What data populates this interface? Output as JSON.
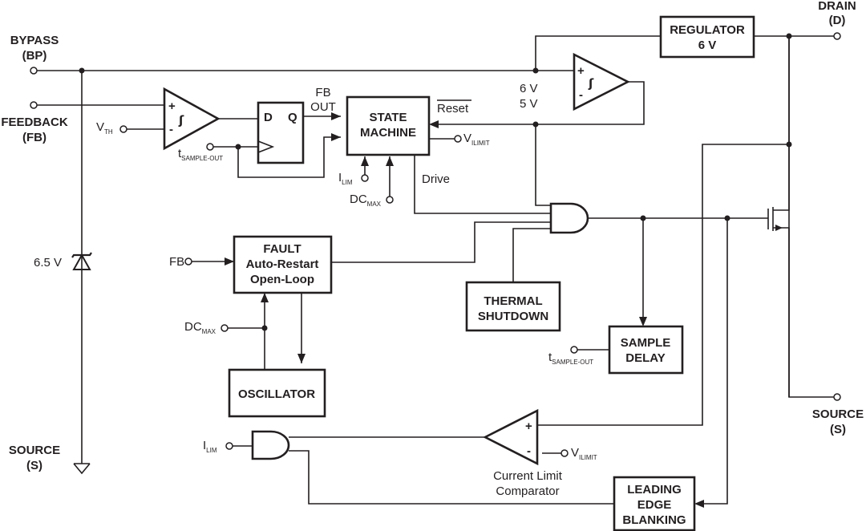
{
  "pins": {
    "bypass": {
      "name": "BYPASS",
      "abbr": "(BP)"
    },
    "feedback": {
      "name": "FEEDBACK",
      "abbr": "(FB)"
    },
    "source_left": {
      "name": "SOURCE",
      "abbr": "(S)"
    },
    "drain": {
      "name": "DRAIN",
      "abbr": "(D)"
    },
    "source_right": {
      "name": "SOURCE",
      "abbr": "(S)"
    }
  },
  "blocks": {
    "regulator": {
      "line1": "REGULATOR",
      "line2": "6 V"
    },
    "state_machine": {
      "line1": "STATE",
      "line2": "MACHINE"
    },
    "fault": {
      "line1": "FAULT",
      "line2": "Auto-Restart",
      "line3": "Open-Loop"
    },
    "oscillator": {
      "label": "OSCILLATOR"
    },
    "thermal": {
      "line1": "THERMAL",
      "line2": "SHUTDOWN"
    },
    "sample_delay": {
      "line1": "SAMPLE",
      "line2": "DELAY"
    },
    "leb": {
      "line1": "LEADING",
      "line2": "EDGE",
      "line3": "BLANKING"
    }
  },
  "flipflop": {
    "d": "D",
    "q": "Q"
  },
  "signals": {
    "fb_out_1": "FB",
    "fb_out_2": "OUT",
    "reset": "Reset",
    "drive": "Drive",
    "v": "V",
    "vth_sub": "TH",
    "ilimit_sub": "ILIMIT",
    "t": "t",
    "sample_out_sub": "SAMPLE-OUT",
    "i": "I",
    "lim_sub": "LIM",
    "dc": "DC",
    "max_sub": "MAX",
    "fb_in": "FB",
    "zener": "6.5 V",
    "ref_6v": "6 V",
    "ref_5v": "5 V",
    "plus": "+",
    "minus": "-",
    "hyst": "ʃ",
    "comparator_1": "Current Limit",
    "comparator_2": "Comparator"
  }
}
